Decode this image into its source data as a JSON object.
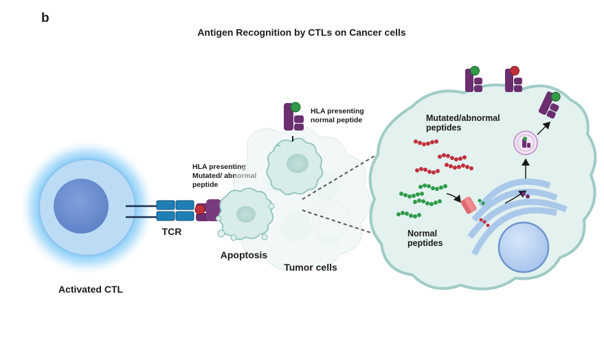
{
  "panel_label": "b",
  "title": "Antigen Recognition by CTLs on Cancer cells",
  "labels": {
    "activated_ctl": "Activated CTL",
    "tcr": "TCR",
    "hla_abnormal_line1": "HLA presenting",
    "hla_abnormal_line2": "Mutated/ abnormal",
    "hla_abnormal_line3": "peptide",
    "hla_normal_line1": "HLA presenting",
    "hla_normal_line2": "normal peptide",
    "apoptosis": "Apoptosis",
    "tumor_cells": "Tumor cells",
    "mutated_line1": "Mutated/abnormal",
    "mutated_line2": "peptides",
    "normal_line1": "Normal",
    "normal_line2": "peptides"
  },
  "colors": {
    "ctl_glow": "#4fb6f2",
    "ctl_membrane": "#b7d8f6",
    "ctl_nucleus": "#6f93d6",
    "tcr_blue": "#1f7fb4",
    "hla_purple": "#6b2f6f",
    "peptide_red": "#c0303a",
    "peptide_green": "#2e9a48",
    "tumor_fill": "#e3f1ef",
    "tumor_outline": "#8fc3bd",
    "er_blue": "#a9c8ea"
  }
}
